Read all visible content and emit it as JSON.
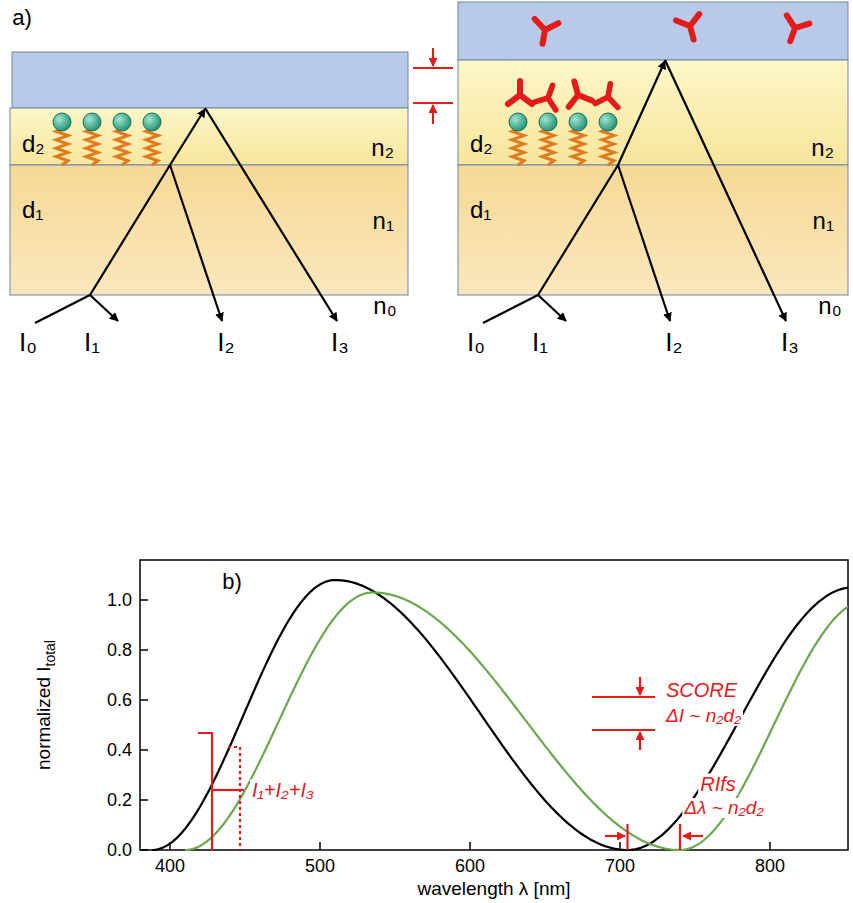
{
  "diagram": {
    "nodes": [
      {
        "text": [
          "d₂",
          "n₂"
        ]
      },
      {
        "text": [
          "d₁",
          "n₁"
        ]
      },
      {
        "text": [
          "d₂",
          "n₂"
        ]
      },
      {
        "text": [
          "d₁",
          "n₁"
        ]
      }
    ],
    "labels": [
      "a)",
      "n₀",
      "I₀",
      "I₁",
      "I₂",
      "I₃",
      "n₀",
      "I₀",
      "I₁",
      "I₂",
      "I₃",
      "b)",
      "1.0",
      "0.8",
      "0.6",
      "0.4",
      "0.2",
      "0.0",
      "400",
      "500",
      "600",
      "700",
      "800",
      "normalized I",
      "total",
      "wavelength λ [nm]",
      "SCORE",
      "ΔI ~ n₂d₂",
      "RIfs",
      "Δλ ~ n₂d₂",
      "I₁+I₂+I₃"
    ]
  }
}
